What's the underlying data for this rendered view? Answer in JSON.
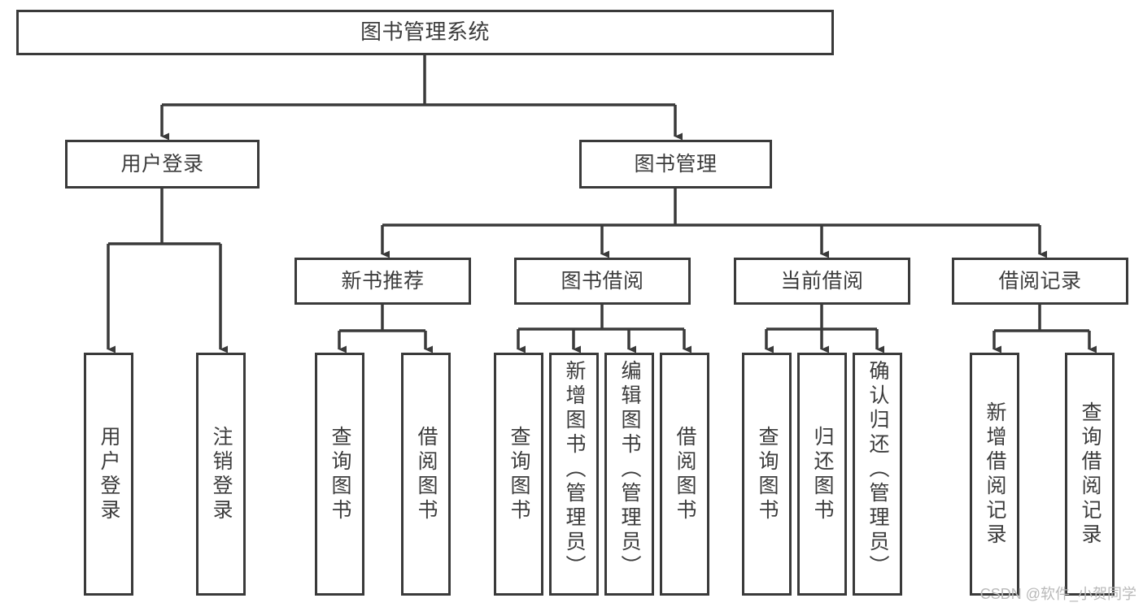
{
  "diagram": {
    "title": "图书管理系统",
    "root": {
      "label": "图书管理系统"
    },
    "level2": [
      {
        "label": "用户登录"
      },
      {
        "label": "图书管理"
      }
    ],
    "level3": [
      {
        "label": "新书推荐"
      },
      {
        "label": "图书借阅"
      },
      {
        "label": "当前借阅"
      },
      {
        "label": "借阅记录"
      }
    ],
    "leaves": {
      "user_login": [
        {
          "label": "用户登录"
        },
        {
          "label": "注销登录"
        }
      ],
      "new_book_recommend": [
        {
          "label": "查询图书"
        },
        {
          "label": "借阅图书"
        }
      ],
      "book_borrow": [
        {
          "label": "查询图书"
        },
        {
          "label": "新增图书（管理员）"
        },
        {
          "label": "编辑图书（管理员）"
        },
        {
          "label": "借阅图书"
        }
      ],
      "current_borrow": [
        {
          "label": "查询图书"
        },
        {
          "label": "归还图书"
        },
        {
          "label": "确认归还（管理员）"
        }
      ],
      "borrow_record": [
        {
          "label": "新增借阅记录"
        },
        {
          "label": "查询借阅记录"
        }
      ]
    }
  },
  "watermark": {
    "text": "CSDN @软件_小贺同学"
  },
  "colors": {
    "border": "#3a3a3a",
    "text": "#3c3c3c",
    "background": "#ffffff",
    "watermark": "#b9b9b9"
  }
}
